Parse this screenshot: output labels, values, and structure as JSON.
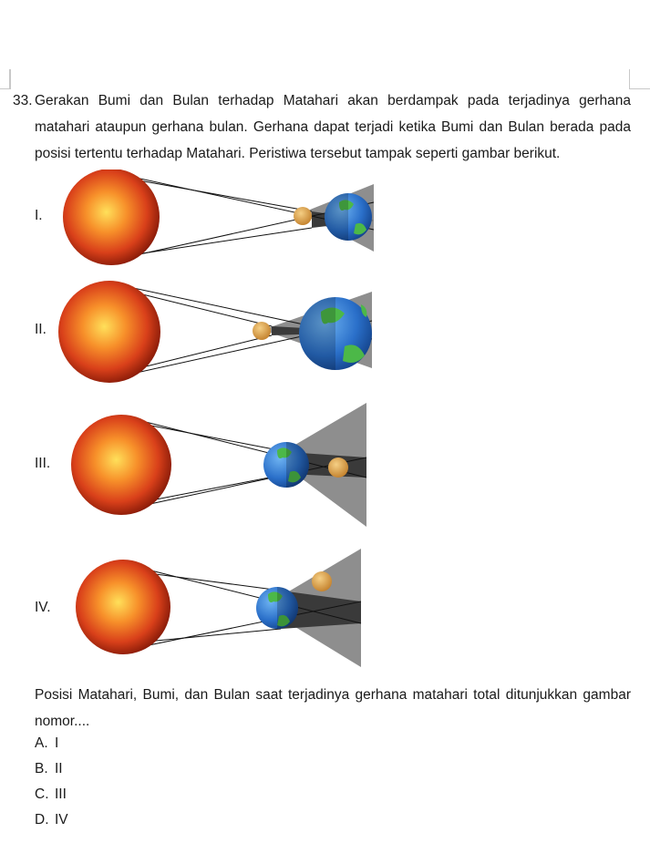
{
  "question": {
    "number": "33.",
    "text": "Gerakan Bumi dan Bulan terhadap Matahari akan berdampak pada terjadinya gerhana matahari ataupun gerhana bulan. Gerhana dapat terjadi ketika Bumi dan Bulan berada pada posisi tertentu terhadap Matahari. Peristiwa tersebut tampak seperti gambar berikut."
  },
  "figures": [
    {
      "label": "I."
    },
    {
      "label": "II."
    },
    {
      "label": "III."
    },
    {
      "label": "IV."
    }
  ],
  "prompt": "Posisi Matahari, Bumi, dan Bulan saat terjadinya gerhana matahari total ditunjukkan gambar nomor....",
  "options": [
    {
      "letter": "A.",
      "value": "I"
    },
    {
      "letter": "B.",
      "value": "II"
    },
    {
      "letter": "C.",
      "value": "III"
    },
    {
      "letter": "D.",
      "value": "IV"
    }
  ],
  "colors": {
    "sun_core": "#ffd23a",
    "sun_mid": "#e8531b",
    "sun_edge": "#8a1a06",
    "moon": "#e0a44a",
    "earth_ocean": "#2a6fc9",
    "earth_land": "#4cb848",
    "penumbra": "#8e8e8e",
    "umbra": "#3a3a3a"
  }
}
